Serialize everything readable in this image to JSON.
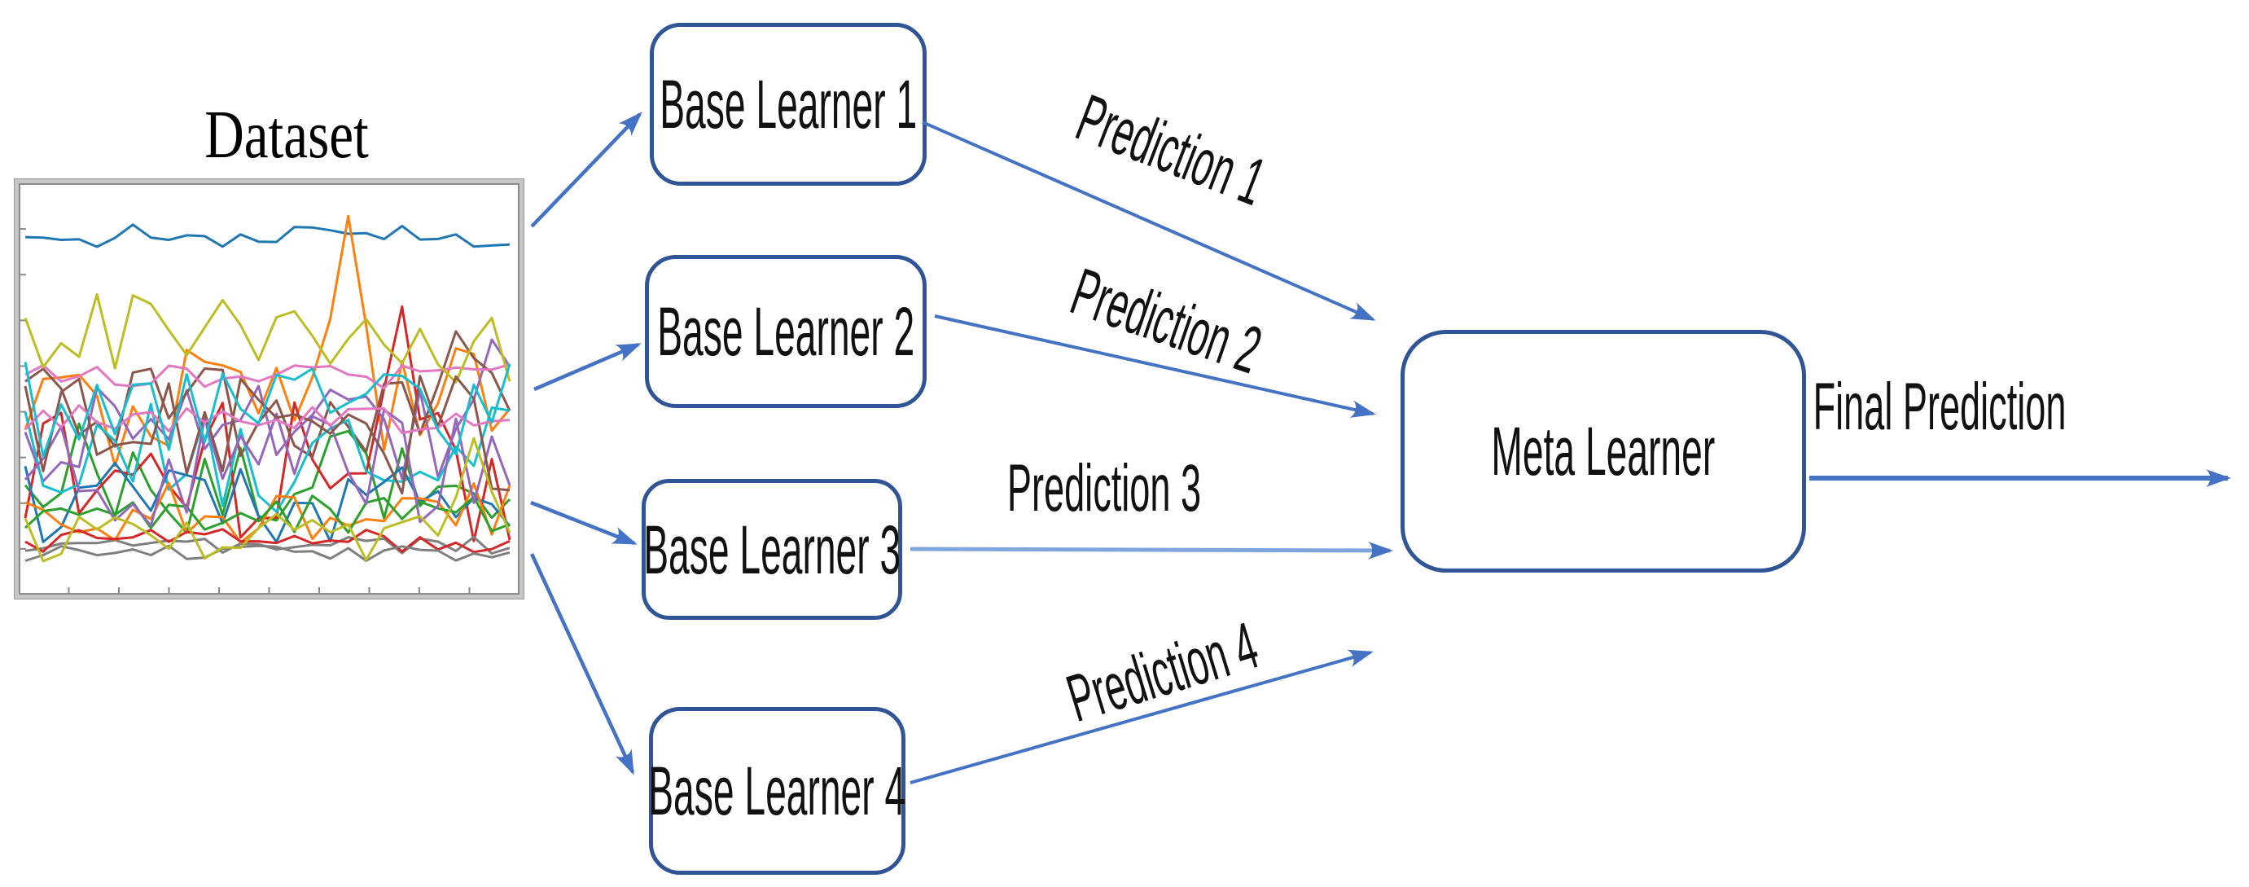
{
  "diagram": {
    "dataset": {
      "label": "Dataset"
    },
    "base_learners": [
      {
        "label": "Base Learner 1"
      },
      {
        "label": "Base Learner 2"
      },
      {
        "label": "Base Learner 3"
      },
      {
        "label": "Base Learner 4"
      }
    ],
    "meta_learner": {
      "label": "Meta Learner"
    },
    "prediction_labels": [
      "Prediction 1",
      "Prediction 2",
      "Prediction 3",
      "Prediction 4"
    ],
    "final_prediction": {
      "label": "Final Prediction"
    }
  },
  "colors": {
    "box_border": "#2F5597",
    "arrow": "#4472C4",
    "arrow_light": "#7FA6DC",
    "text": "#111111",
    "chart_frame": "#c6c6c6",
    "chart_spine": "#8a8a8a"
  },
  "chart_data": {
    "type": "line",
    "title": "Dataset",
    "description": "Unlabeled thumbnail plot of ~20 overlapping jagged random series (matplotlib default color cycle); no axis labels or tick text visible.",
    "x_points": 28,
    "grid": false,
    "legend": false,
    "y_ticks": 9,
    "x_ticks": 10,
    "series": [
      {
        "color": "#1f77b4",
        "base": 0.13,
        "amp": 0.035,
        "seed": 11
      },
      {
        "color": "#ff7f0e",
        "base": 0.56,
        "amp": 0.16,
        "seed": 22,
        "spike": {
          "at": 0.66,
          "to": 0.08
        }
      },
      {
        "color": "#2ca02c",
        "base": 0.72,
        "amp": 0.14,
        "seed": 33
      },
      {
        "color": "#d62728",
        "base": 0.7,
        "amp": 0.17,
        "seed": 44,
        "spike": {
          "at": 0.78,
          "to": 0.3
        }
      },
      {
        "color": "#9467bd",
        "base": 0.62,
        "amp": 0.14,
        "seed": 55,
        "spike": {
          "at": 0.97,
          "to": 0.38
        }
      },
      {
        "color": "#8c564b",
        "base": 0.56,
        "amp": 0.11,
        "seed": 66,
        "spike": {
          "at": 0.88,
          "to": 0.36
        }
      },
      {
        "color": "#e377c2",
        "base": 0.47,
        "amp": 0.03,
        "seed": 77
      },
      {
        "color": "#7f7f7f",
        "base": 0.88,
        "amp": 0.02,
        "seed": 88
      },
      {
        "color": "#bcbd22",
        "base": 0.38,
        "amp": 0.11,
        "seed": 99
      },
      {
        "color": "#17becf",
        "base": 0.66,
        "amp": 0.14,
        "seed": 110
      },
      {
        "color": "#1f77b4",
        "base": 0.78,
        "amp": 0.1,
        "seed": 121
      },
      {
        "color": "#ff7f0e",
        "base": 0.8,
        "amp": 0.08,
        "seed": 132
      },
      {
        "color": "#2ca02c",
        "base": 0.8,
        "amp": 0.05,
        "seed": 143
      },
      {
        "color": "#d62728",
        "base": 0.87,
        "amp": 0.03,
        "seed": 154
      },
      {
        "color": "#9467bd",
        "base": 0.7,
        "amp": 0.15,
        "seed": 165
      },
      {
        "color": "#8c564b",
        "base": 0.62,
        "amp": 0.16,
        "seed": 176
      },
      {
        "color": "#e377c2",
        "base": 0.57,
        "amp": 0.04,
        "seed": 187
      },
      {
        "color": "#7f7f7f",
        "base": 0.9,
        "amp": 0.02,
        "seed": 198
      },
      {
        "color": "#bcbd22",
        "base": 0.86,
        "amp": 0.06,
        "seed": 209,
        "spike": {
          "at": 0.94,
          "to": 0.62
        }
      },
      {
        "color": "#17becf",
        "base": 0.55,
        "amp": 0.12,
        "seed": 220
      }
    ]
  }
}
